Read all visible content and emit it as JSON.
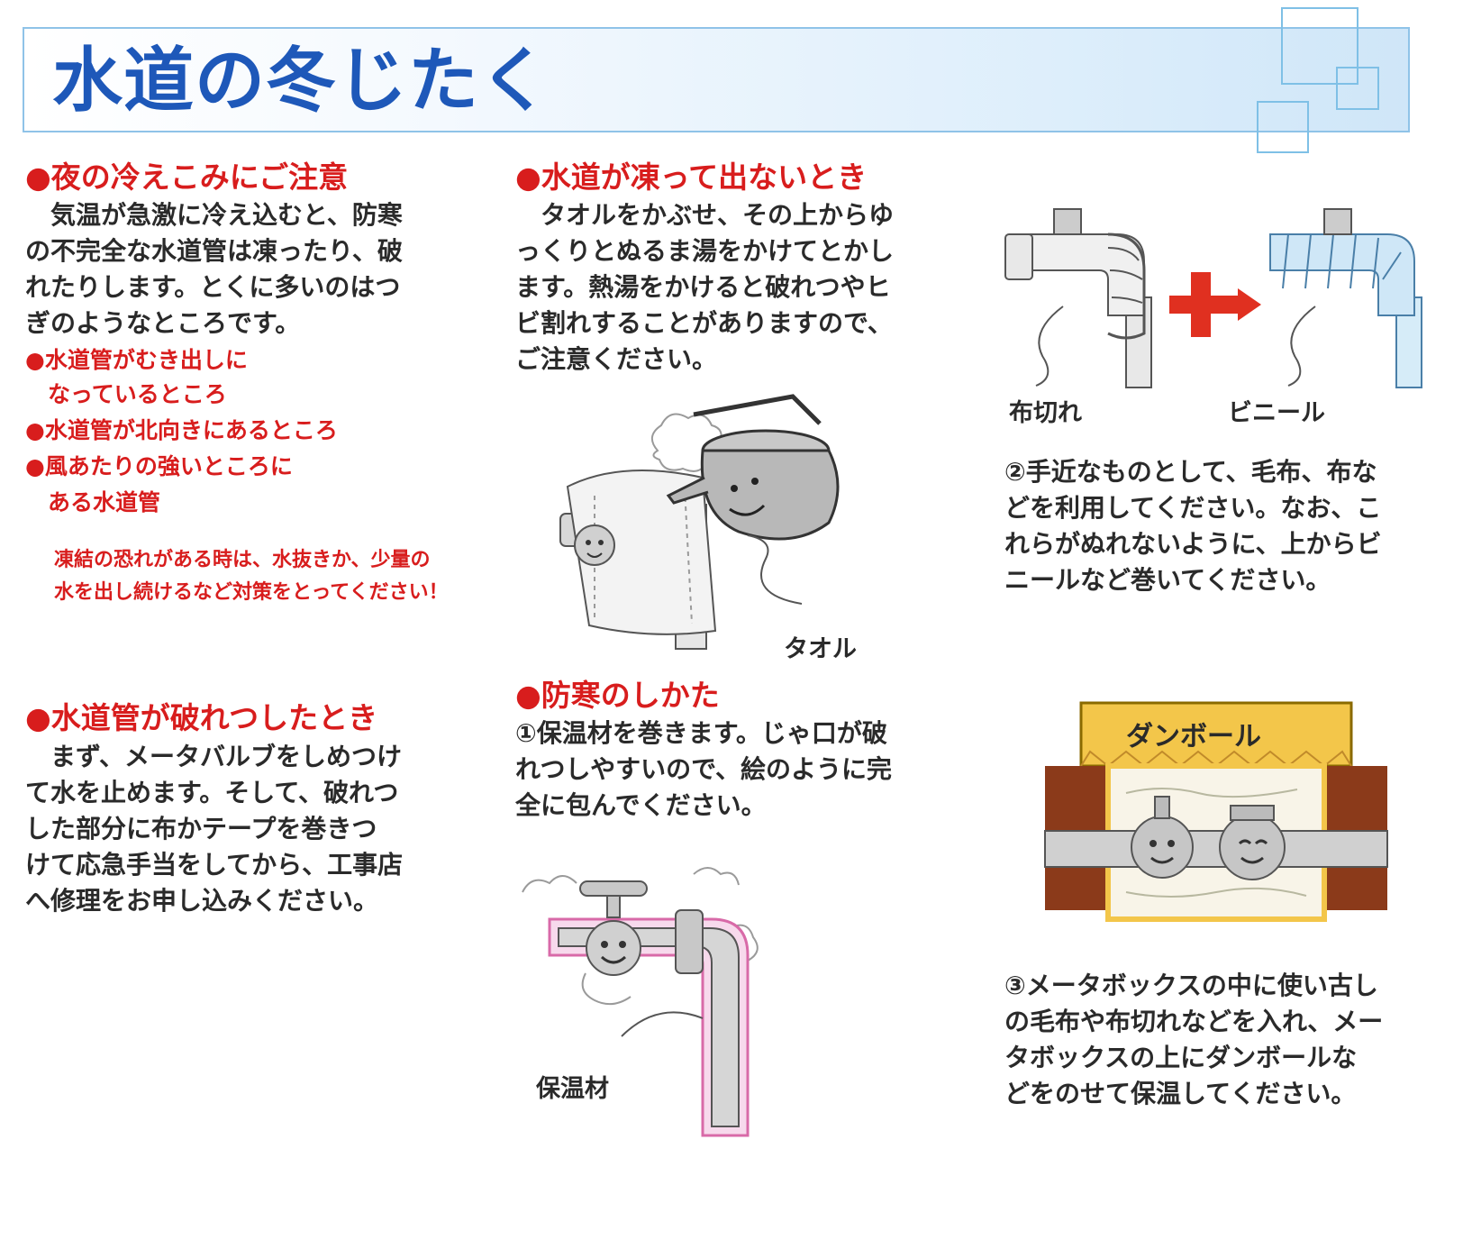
{
  "header": {
    "title": "水道の冬じたく"
  },
  "sections": {
    "night_cold": {
      "heading": "●夜の冷えこみにご注意",
      "body": [
        "　気温が急激に冷え込むと、防寒",
        "の不完全な水道管は凍ったり、破",
        "れたりします。とくに多いのはつ",
        "ぎのようなところです。"
      ],
      "points": [
        "●水道管がむき出しに",
        "　なっているところ",
        "●水道管が北向きにあるところ",
        "●風あたりの強いところに",
        "　ある水道管"
      ],
      "note": [
        "凍結の恐れがある時は、水抜きか、少量の",
        "水を出し続けるなど対策をとってください！"
      ]
    },
    "frozen": {
      "heading": "●水道が凍って出ないとき",
      "body": [
        "　タオルをかぶせ、その上からゆ",
        "っくりとぬるま湯をかけてとかし",
        "ます。熱湯をかけると破れつやヒ",
        "ビ割れすることがありますので、",
        "ご注意ください。"
      ],
      "towel_label": "タオル"
    },
    "burst": {
      "heading": "●水道管が破れつしたとき",
      "body": [
        "　まず、メータバルブをしめつけ",
        "て水を止めます。そして、破れつ",
        "した部分に布かテープを巻きつ",
        "けて応急手当をしてから、工事店",
        "へ修理をお申し込みください。"
      ]
    },
    "protection": {
      "heading": "●防寒のしかた",
      "body": [
        "①保温材を巻きます。じゃ口が破",
        "れつしやすいので、絵のように完",
        "全に包んでください。"
      ],
      "insulation_label": "保温材"
    },
    "step2": {
      "cloth_label": "布切れ",
      "vinyl_label": "ビニール",
      "body": [
        "②手近なものとして、毛布、布な",
        "どを利用してください。なお、こ",
        "れらがぬれないように、上からビ",
        "ニールなど巻いてください。"
      ]
    },
    "step3": {
      "cardboard_label": "ダンボール",
      "body": [
        "③メータボックスの中に使い古し",
        "の毛布や布切れなどを入れ、メー",
        "タボックスの上にダンボールな",
        "どをのせて保温してください。"
      ]
    }
  }
}
